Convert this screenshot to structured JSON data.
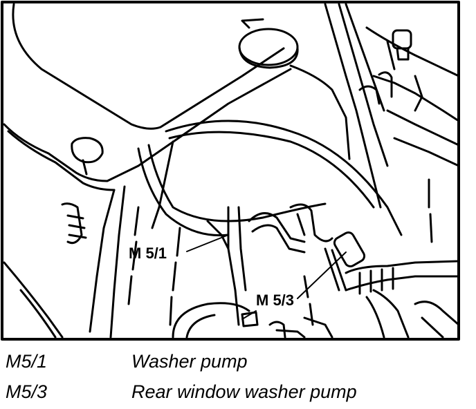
{
  "figure": {
    "callouts": {
      "m5_1": "M 5/1",
      "m5_3": "M 5/3"
    }
  },
  "legend": {
    "rows": [
      {
        "code": "M5/1",
        "description": "Washer pump"
      },
      {
        "code": "M5/3",
        "description": "Rear window washer pump"
      }
    ]
  }
}
